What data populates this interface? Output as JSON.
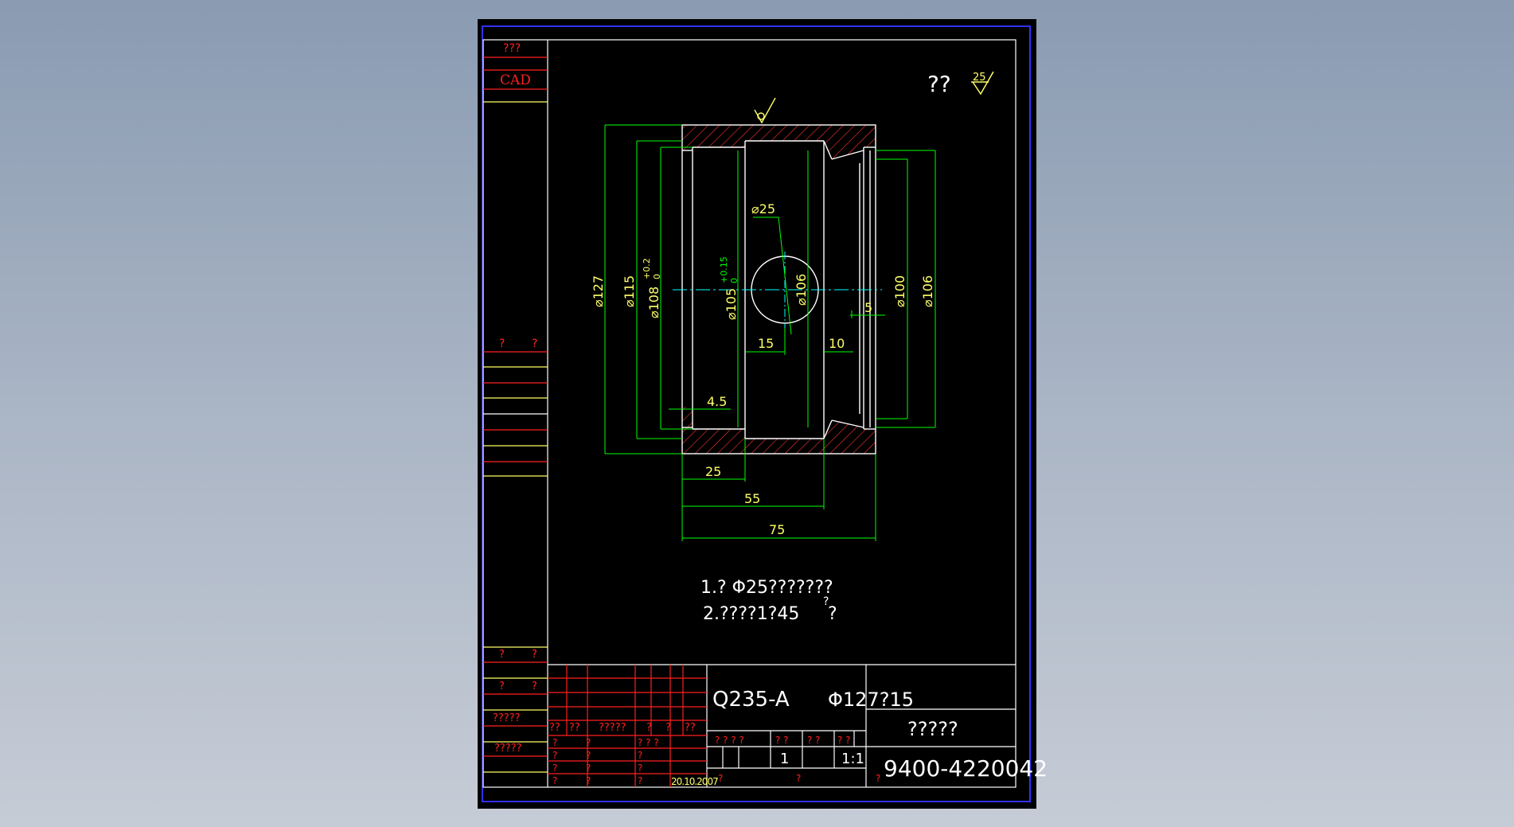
{
  "colors": {
    "background": "#000000",
    "frame_outer": "#ffffff",
    "frame_inner": "#0000ff",
    "dimension": "#00ff00",
    "outline": "#ffffff",
    "centerline": "#00ffff",
    "hatch": "#ff3333",
    "annotation": "#ffff66",
    "title_red": "#ff2020",
    "title_line_yellow": "#ffff66"
  },
  "sheet": {
    "cad_label": "CAD",
    "top_label": "???",
    "surface_note_marks": "??",
    "surface_note_value": "25"
  },
  "dimensions": {
    "d127": "⌀127",
    "d115": "⌀115",
    "d108": "⌀108",
    "d108_tol_upper": "+0.2",
    "d108_tol_lower": "0",
    "d105": "⌀105",
    "d105_tol_upper": "+0.15",
    "d105_tol_lower": "0",
    "d106_center": "⌀106",
    "d25": "⌀25",
    "d100": "⌀100",
    "d106_right": "⌀106",
    "l15": "15",
    "l10": "10",
    "l5": "5",
    "l4_5": "4.5",
    "l25": "25",
    "l55": "55",
    "l75": "75"
  },
  "notes": {
    "line1": "1.? Φ25???????",
    "line2": "2.????1?45",
    "line2_mark": "?",
    "line2_tail": " ?"
  },
  "left_strip": {
    "mark_a": "?",
    "mark_b": "?",
    "lower1_a": "?",
    "lower1_b": "?",
    "lower2_a": "?",
    "lower2_b": "?",
    "lower3": "?????",
    "lower4": "?????"
  },
  "title_block": {
    "material": "Q235-A",
    "stock": "Φ127?15",
    "name": "?????",
    "drawing_number": "9400-4220042",
    "scale": "1:1",
    "quantity": "1",
    "date": "20.10.2007",
    "header_cells": [
      "??",
      "??",
      "?????",
      "?",
      "?",
      "??"
    ],
    "row_marks": [
      "?",
      "?",
      "?",
      "?"
    ],
    "mid_marks": [
      "?",
      "?",
      "?",
      "?"
    ],
    "right_marks": [
      "? ? ?",
      "?",
      "?",
      "?"
    ],
    "spec_header": [
      "? ? ? ?",
      "? ?",
      "? ?",
      "? ?"
    ],
    "bottom_mark1": "?",
    "bottom_mark2": "?",
    "dn_mark": "?"
  }
}
